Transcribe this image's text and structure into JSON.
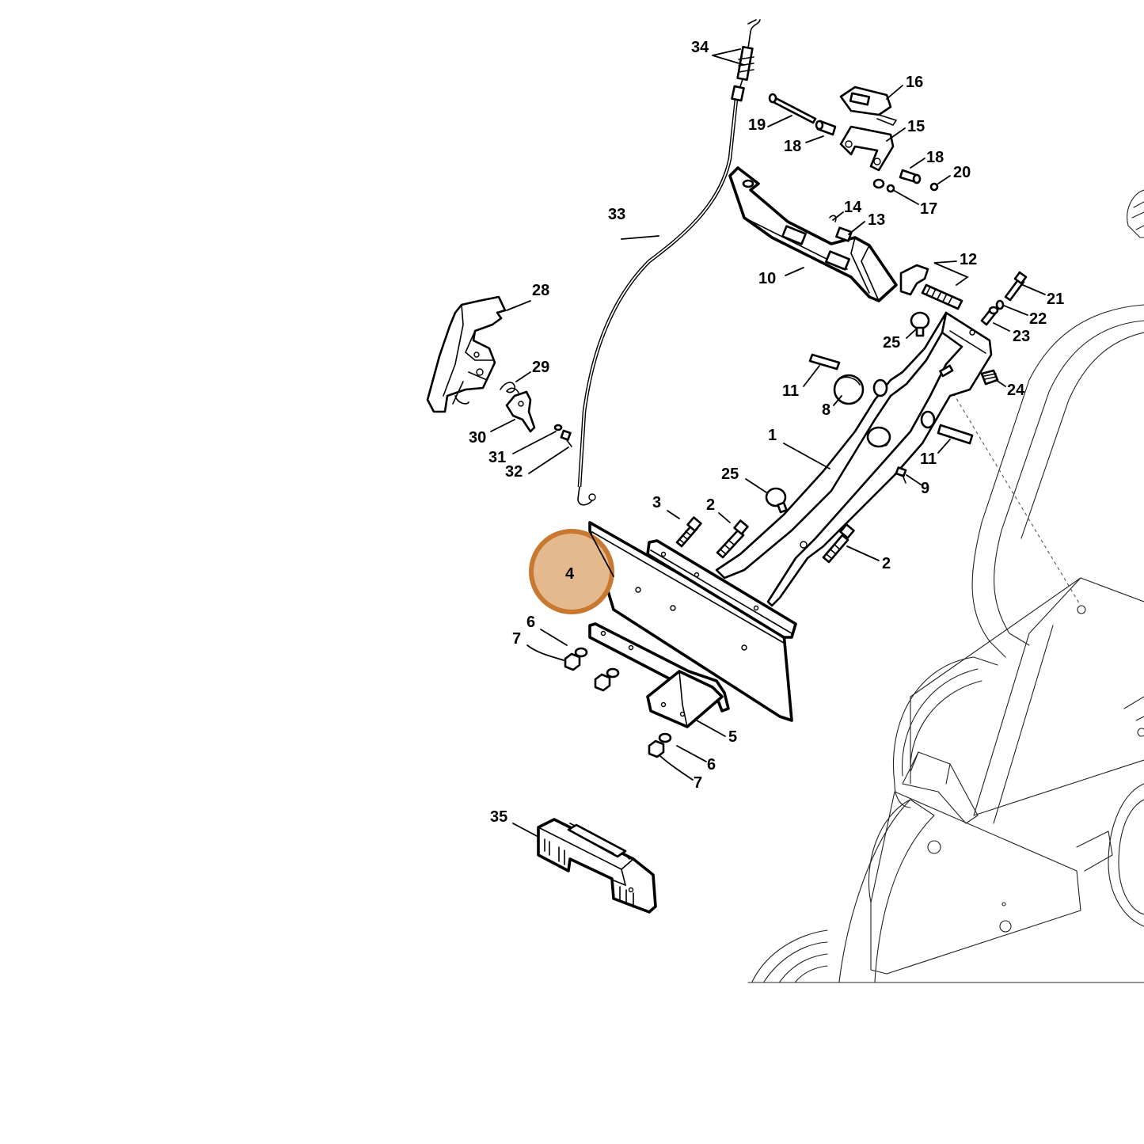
{
  "diagram": {
    "callouts": {
      "c1": "1",
      "c2a": "2",
      "c2b": "2",
      "c3": "3",
      "c4": "4",
      "c5": "5",
      "c6a": "6",
      "c6b": "6",
      "c7a": "7",
      "c7b": "7",
      "c8": "8",
      "c9": "9",
      "c10": "10",
      "c11a": "11",
      "c11b": "11",
      "c12": "12",
      "c13": "13",
      "c14": "14",
      "c15": "15",
      "c16": "16",
      "c17": "17",
      "c18a": "18",
      "c18b": "18",
      "c19": "19",
      "c20": "20",
      "c21": "21",
      "c22": "22",
      "c23": "23",
      "c24": "24",
      "c25a": "25",
      "c25b": "25",
      "c28": "28",
      "c29": "29",
      "c30": "30",
      "c31": "31",
      "c32": "32",
      "c33": "33",
      "c34": "34",
      "c35": "35"
    },
    "highlighted_part": "4",
    "highlight_color": "#e4b98e",
    "highlight_border_color": "#c8782f"
  }
}
